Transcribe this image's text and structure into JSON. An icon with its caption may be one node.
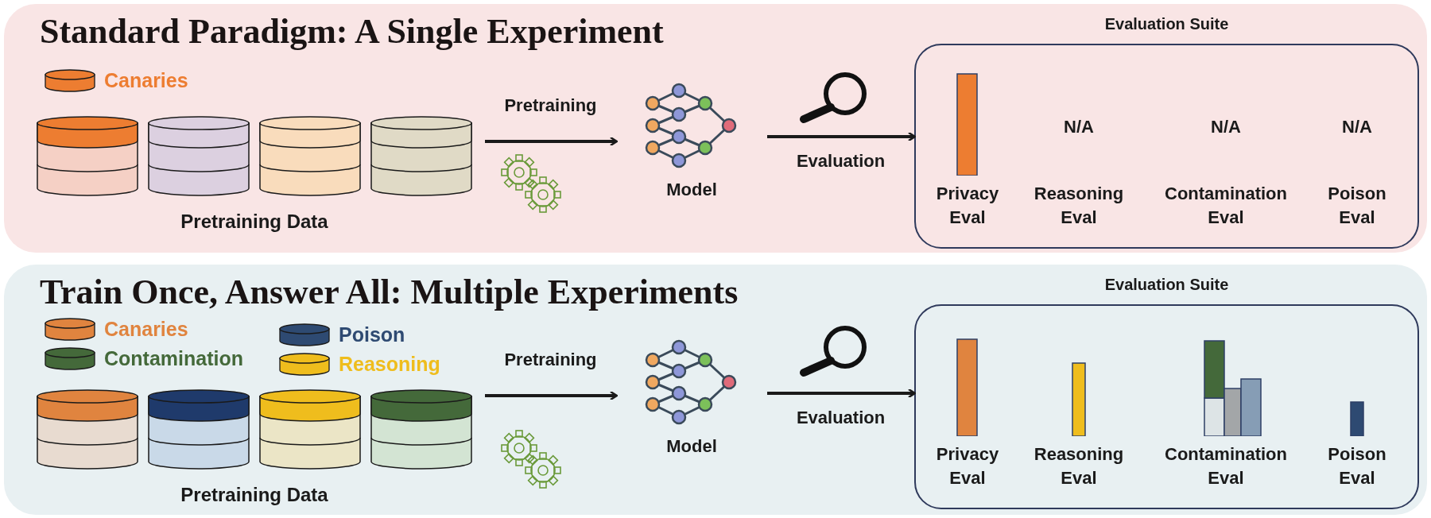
{
  "diagram": {
    "nodes": [
      {
        "text": [
          "Standard Paradigm: A Single Experiment"
        ]
      },
      {
        "text": [
          "Pretraining Data"
        ],
        "in": 0
      },
      {
        "text": [],
        "shape": "cylinder",
        "in": 1
      },
      {
        "text": [],
        "shape": "cylinder",
        "in": 1
      },
      {
        "text": [],
        "shape": "cylinder",
        "in": 1
      },
      {
        "text": [],
        "shape": "cylinder",
        "in": 1
      },
      {
        "text": [
          "Model"
        ],
        "in": 0
      },
      {
        "text": [
          "Evaluation Suite"
        ],
        "in": 0
      },
      {
        "text": [
          "Privacy Eval"
        ],
        "in": 7
      },
      {
        "text": [
          "N/A",
          "Reasoning Eval"
        ],
        "in": 7
      },
      {
        "text": [
          "N/A",
          "Contamination Eval"
        ],
        "in": 7
      },
      {
        "text": [
          "N/A",
          "Poison Eval"
        ],
        "in": 7
      },
      {
        "text": [
          "Train Once, Answer All: Multiple Experiments"
        ]
      },
      {
        "text": [
          "Pretraining Data"
        ],
        "in": 12
      },
      {
        "text": [],
        "shape": "cylinder",
        "in": 13
      },
      {
        "text": [],
        "shape": "cylinder",
        "in": 13
      },
      {
        "text": [],
        "shape": "cylinder",
        "in": 13
      },
      {
        "text": [],
        "shape": "cylinder",
        "in": 13
      },
      {
        "text": [
          "Model"
        ],
        "in": 12
      },
      {
        "text": [
          "Evaluation Suite"
        ],
        "in": 12
      },
      {
        "text": [
          "Privacy Eval"
        ],
        "in": 19
      },
      {
        "text": [
          "Reasoning Eval"
        ],
        "in": 19
      },
      {
        "text": [
          "Contamination Eval"
        ],
        "in": 19
      },
      {
        "text": [
          "Poison Eval"
        ],
        "in": 19
      }
    ],
    "edges": [
      {
        "from": 1,
        "to": 6,
        "arrow": "to",
        "label": "Pretraining"
      },
      {
        "from": 6,
        "to": 7,
        "arrow": "to",
        "label": "Evaluation"
      },
      {
        "from": 13,
        "to": 18,
        "arrow": "to",
        "label": "Pretraining"
      },
      {
        "from": 18,
        "to": 19,
        "arrow": "to",
        "label": "Evaluation"
      }
    ],
    "legend": [
      {
        "text": "Canaries",
        "color": "#ed7d31"
      },
      {
        "text": "Canaries",
        "color": "#e0843f"
      },
      {
        "text": "Contamination",
        "color": "#44693a"
      },
      {
        "text": "Poison",
        "color": "#2e4a72"
      },
      {
        "text": "Reasoning",
        "color": "#efbd1d"
      }
    ]
  }
}
